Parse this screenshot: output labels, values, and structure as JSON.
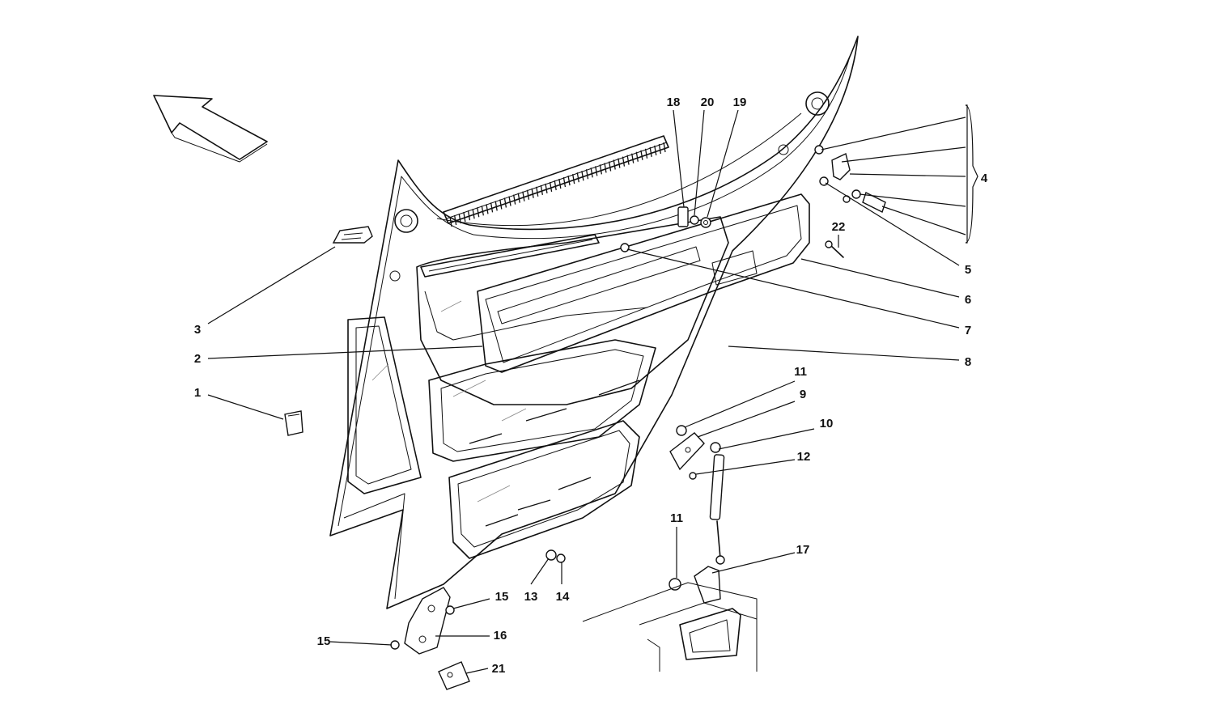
{
  "callouts": [
    {
      "id": "c1",
      "label": "1"
    },
    {
      "id": "c2",
      "label": "2"
    },
    {
      "id": "c3",
      "label": "3"
    },
    {
      "id": "c4",
      "label": "4"
    },
    {
      "id": "c5",
      "label": "5"
    },
    {
      "id": "c6",
      "label": "6"
    },
    {
      "id": "c7",
      "label": "7"
    },
    {
      "id": "c8",
      "label": "8"
    },
    {
      "id": "c9",
      "label": "9"
    },
    {
      "id": "c10",
      "label": "10"
    },
    {
      "id": "c11a",
      "label": "11"
    },
    {
      "id": "c11b",
      "label": "11"
    },
    {
      "id": "c12",
      "label": "12"
    },
    {
      "id": "c13",
      "label": "13"
    },
    {
      "id": "c14",
      "label": "14"
    },
    {
      "id": "c15a",
      "label": "15"
    },
    {
      "id": "c15b",
      "label": "15"
    },
    {
      "id": "c16",
      "label": "16"
    },
    {
      "id": "c17",
      "label": "17"
    },
    {
      "id": "c18",
      "label": "18"
    },
    {
      "id": "c19",
      "label": "19"
    },
    {
      "id": "c20",
      "label": "20"
    },
    {
      "id": "c21",
      "label": "21"
    },
    {
      "id": "c22",
      "label": "22"
    }
  ],
  "colors": {
    "ink": "#111111",
    "paper": "#ffffff"
  },
  "icons": {
    "direction_arrow": "arrow-up-left-icon"
  }
}
